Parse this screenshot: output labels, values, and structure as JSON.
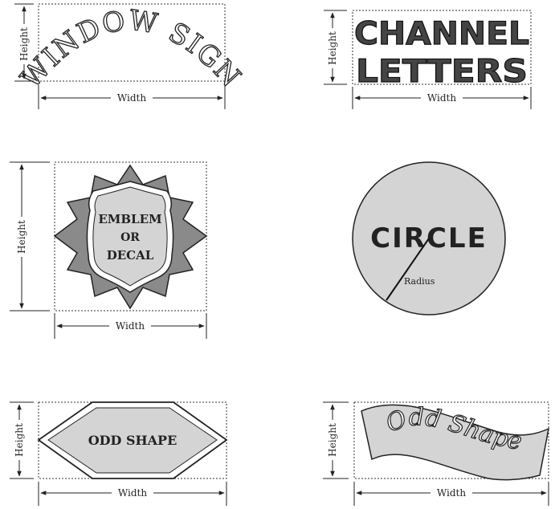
{
  "labels": {
    "height": "Height",
    "width": "Width",
    "radius": "Radius"
  },
  "panels": {
    "window_sign": {
      "text": "WINDOW SIGN"
    },
    "channel_letters": {
      "line1": "CHANNEL",
      "line2": "LETTERS"
    },
    "emblem": {
      "line1": "EMBLEM",
      "line2": "OR",
      "line3": "DECAL"
    },
    "circle": {
      "text": "CIRCLE"
    },
    "odd_shape_1": {
      "text": "ODD SHAPE"
    },
    "odd_shape_2": {
      "text": "Odd Shape"
    }
  },
  "colors": {
    "shape_fill": "#d4d4d4",
    "emblem_star": "#8a8a8a",
    "ink": "#222222"
  }
}
